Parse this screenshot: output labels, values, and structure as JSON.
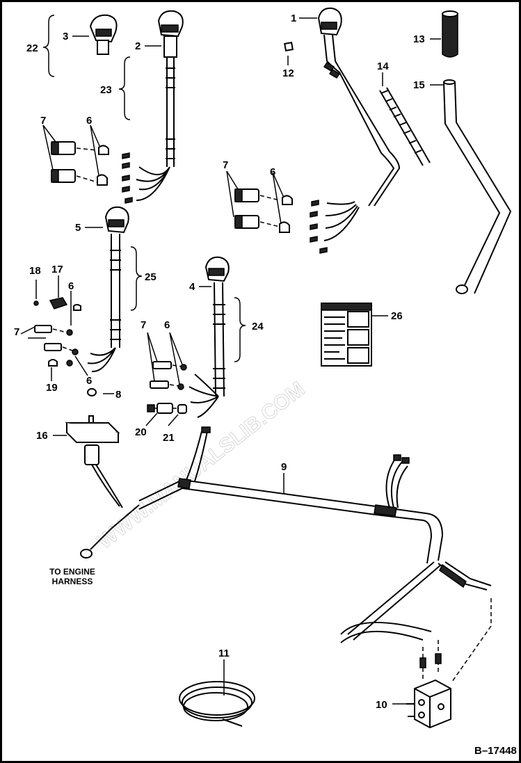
{
  "parts": [
    {
      "id": "1",
      "label": "1"
    },
    {
      "id": "2",
      "label": "2"
    },
    {
      "id": "3",
      "label": "3"
    },
    {
      "id": "4",
      "label": "4"
    },
    {
      "id": "5",
      "label": "5"
    },
    {
      "id": "6",
      "label": "6"
    },
    {
      "id": "7",
      "label": "7"
    },
    {
      "id": "8",
      "label": "8"
    },
    {
      "id": "9",
      "label": "9"
    },
    {
      "id": "10",
      "label": "10"
    },
    {
      "id": "11",
      "label": "11"
    },
    {
      "id": "12",
      "label": "12"
    },
    {
      "id": "13",
      "label": "13"
    },
    {
      "id": "14",
      "label": "14"
    },
    {
      "id": "15",
      "label": "15"
    },
    {
      "id": "16",
      "label": "16"
    },
    {
      "id": "17",
      "label": "17"
    },
    {
      "id": "18",
      "label": "18"
    },
    {
      "id": "19",
      "label": "19"
    },
    {
      "id": "20",
      "label": "20"
    },
    {
      "id": "21",
      "label": "21"
    },
    {
      "id": "22",
      "label": "22"
    },
    {
      "id": "23",
      "label": "23"
    },
    {
      "id": "24",
      "label": "24"
    },
    {
      "id": "25",
      "label": "25"
    },
    {
      "id": "26",
      "label": "26"
    }
  ],
  "engine_note": {
    "line1": "TO ENGINE",
    "line2": "HARNESS"
  },
  "figure_id": "B–17448"
}
